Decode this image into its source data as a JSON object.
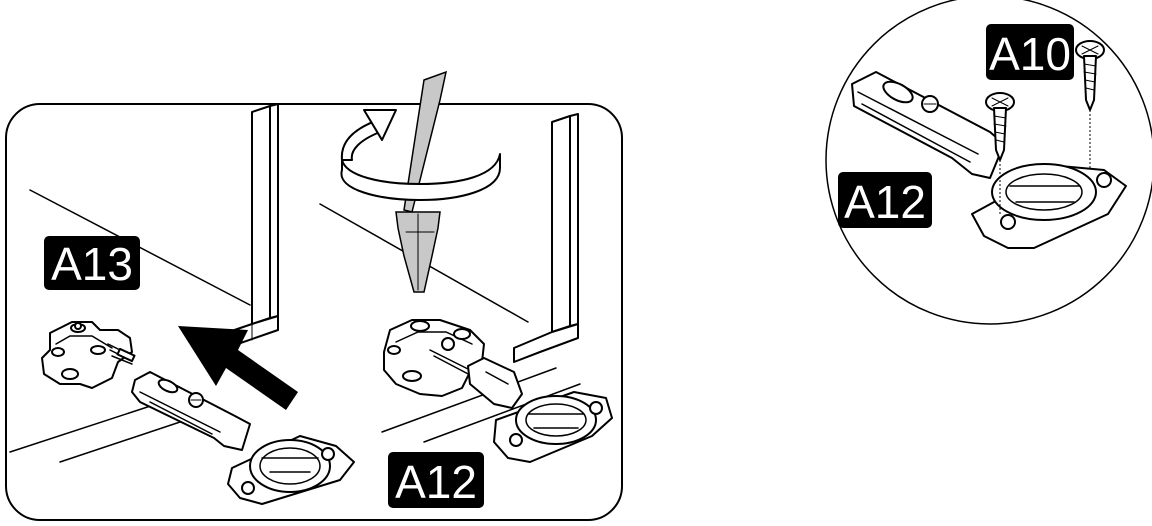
{
  "labels": {
    "a13": "A13",
    "a12_main": "A12",
    "a12_detail": "A12",
    "a10": "A10"
  },
  "colors": {
    "line": "#000000",
    "label_bg": "#000000",
    "label_text": "#ffffff",
    "background": "#ffffff"
  }
}
